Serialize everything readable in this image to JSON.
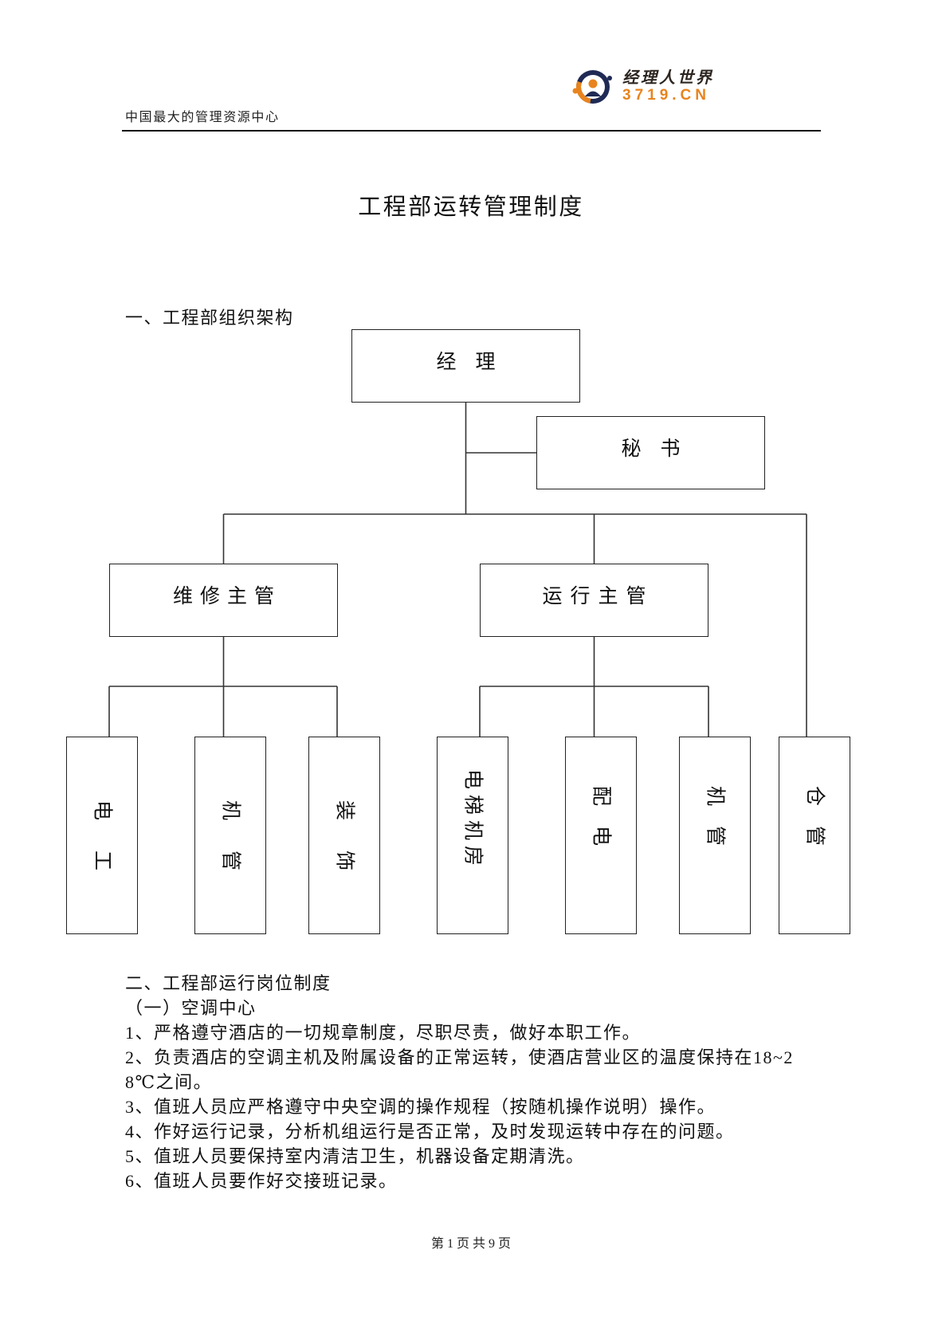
{
  "header": {
    "tagline": "中国最大的管理资源中心",
    "logo": {
      "name": "经理人世界",
      "domain": "3719.CN",
      "icon": "logo-globe-icon"
    }
  },
  "title": "工程部运转管理制度",
  "org_section": {
    "heading": "一、工程部组织架构",
    "chart": {
      "manager": "经理",
      "secretary": "秘书",
      "supervisors": [
        {
          "title": "维修主管",
          "units": [
            "电工",
            "机管",
            "装饰"
          ]
        },
        {
          "title": "运行主管",
          "units": [
            "电梯机房",
            "配电",
            "机管"
          ]
        }
      ],
      "direct_units": [
        "仓管"
      ]
    }
  },
  "duty_section": {
    "heading": "二、工程部运行岗位制度",
    "subheading": "（一）空调中心",
    "items": [
      "1、严格遵守酒店的一切规章制度，尽职尽责，做好本职工作。",
      "2、负责酒店的空调主机及附属设备的正常运转，使酒店营业区的温度保持在18~28℃之间。",
      "3、值班人员应严格遵守中央空调的操作规程（按随机操作说明）操作。",
      "4、作好运行记录，分析机组运行是否正常，及时发现运转中存在的问题。",
      "5、值班人员要保持室内清洁卫生，机器设备定期清洗。",
      "6、值班人员要作好交接班记录。"
    ]
  },
  "footer": {
    "page_number": "第 1 页 共 9 页"
  },
  "colors": {
    "logo_orange": "#e8841e",
    "logo_navy": "#1f2a55",
    "text": "#111111",
    "rule": "#111111"
  }
}
